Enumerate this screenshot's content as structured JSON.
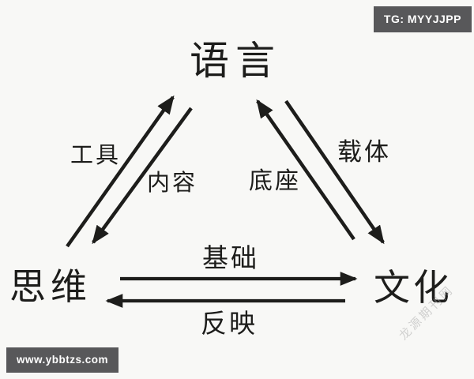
{
  "canvas": {
    "background": "#f8f8f6",
    "ink": "#1d1d1b",
    "badge_bg": "#58585a",
    "badge_fg": "#ffffff"
  },
  "overlays": {
    "top_right_badge": "TG: MYYJJPP",
    "bottom_left_badge": "www.ybbtzs.com",
    "watermark": "龙源期刊网"
  },
  "diagram": {
    "nodes": {
      "top": "语言",
      "bottom_left": "思维",
      "bottom_right": "文化"
    },
    "edges": [
      {
        "id": "tool",
        "label": "工具",
        "from": "思维",
        "to": "语言",
        "direction": "up-right"
      },
      {
        "id": "content",
        "label": "内容",
        "from": "语言",
        "to": "思维",
        "direction": "down-left"
      },
      {
        "id": "pedestal",
        "label": "底座",
        "from": "文化",
        "to": "语言",
        "direction": "up-left"
      },
      {
        "id": "carrier",
        "label": "载体",
        "from": "语言",
        "to": "文化",
        "direction": "down-right"
      },
      {
        "id": "foundation",
        "label": "基础",
        "from": "思维",
        "to": "文化",
        "direction": "right"
      },
      {
        "id": "reflection",
        "label": "反映",
        "from": "文化",
        "to": "思维",
        "direction": "left"
      }
    ]
  }
}
